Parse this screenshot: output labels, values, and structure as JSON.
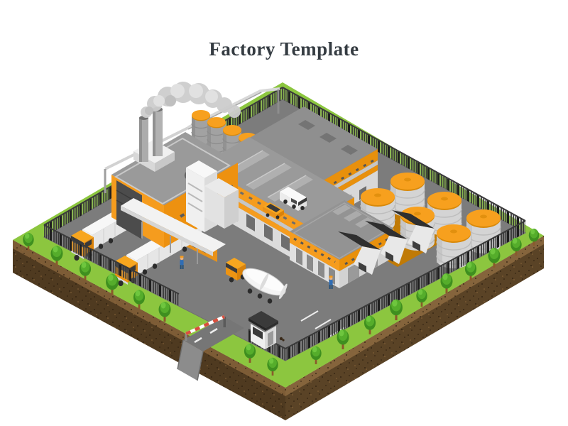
{
  "page": {
    "title": "Factory Template",
    "background": "#FFFFFF"
  },
  "palette": {
    "accent": "#F59C1E",
    "accent_dark": "#E8900C",
    "roof_gray": "#9A9A9A",
    "wall_light": "#DCDCDC",
    "asphalt": "#7C7C7C",
    "grass": "#8CC63F",
    "soil_dark": "#4F3A20",
    "soil_light": "#7D5C36",
    "fence_dark": "#262626",
    "tank_body": "#D4D4D4",
    "smoke_gray": "#CDCDCD",
    "title_color": "#343B41"
  },
  "scene": {
    "description": "Isometric illustration of a fenced factory site on a grass and soil island",
    "components": [
      {
        "name": "main-factory",
        "label": "Orange production hall with two smoking chimneys, roof vents and loading dock"
      },
      {
        "name": "silos",
        "label": "Row of silos with inclined conveyor",
        "count": 4
      },
      {
        "name": "l-shaped-warehouse",
        "label": "Large L-shaped warehouse with skylights and orange banding"
      },
      {
        "name": "small-warehouse",
        "label": "Small warehouse with roll-up doors"
      },
      {
        "name": "sawtooth-workshops",
        "label": "Sawtooth-roof workshop units",
        "count": 3
      },
      {
        "name": "storage-tanks",
        "label": "Cylindrical storage tanks with orange tops",
        "count": 6
      },
      {
        "name": "semi-trucks",
        "label": "Semi-trailer trucks at the loading dock",
        "count": 2
      },
      {
        "name": "tanker-truck",
        "label": "Tanker truck",
        "count": 1
      },
      {
        "name": "delivery-van",
        "label": "White delivery van",
        "count": 1
      },
      {
        "name": "car",
        "label": "Orange car",
        "count": 1
      },
      {
        "name": "workers",
        "label": "Workers walking in the yard",
        "count": 2
      },
      {
        "name": "entrance",
        "label": "Entrance road with boom barrier and guard booth"
      },
      {
        "name": "perimeter",
        "label": "Security fence lined with trees",
        "tree_count": 18
      }
    ]
  }
}
